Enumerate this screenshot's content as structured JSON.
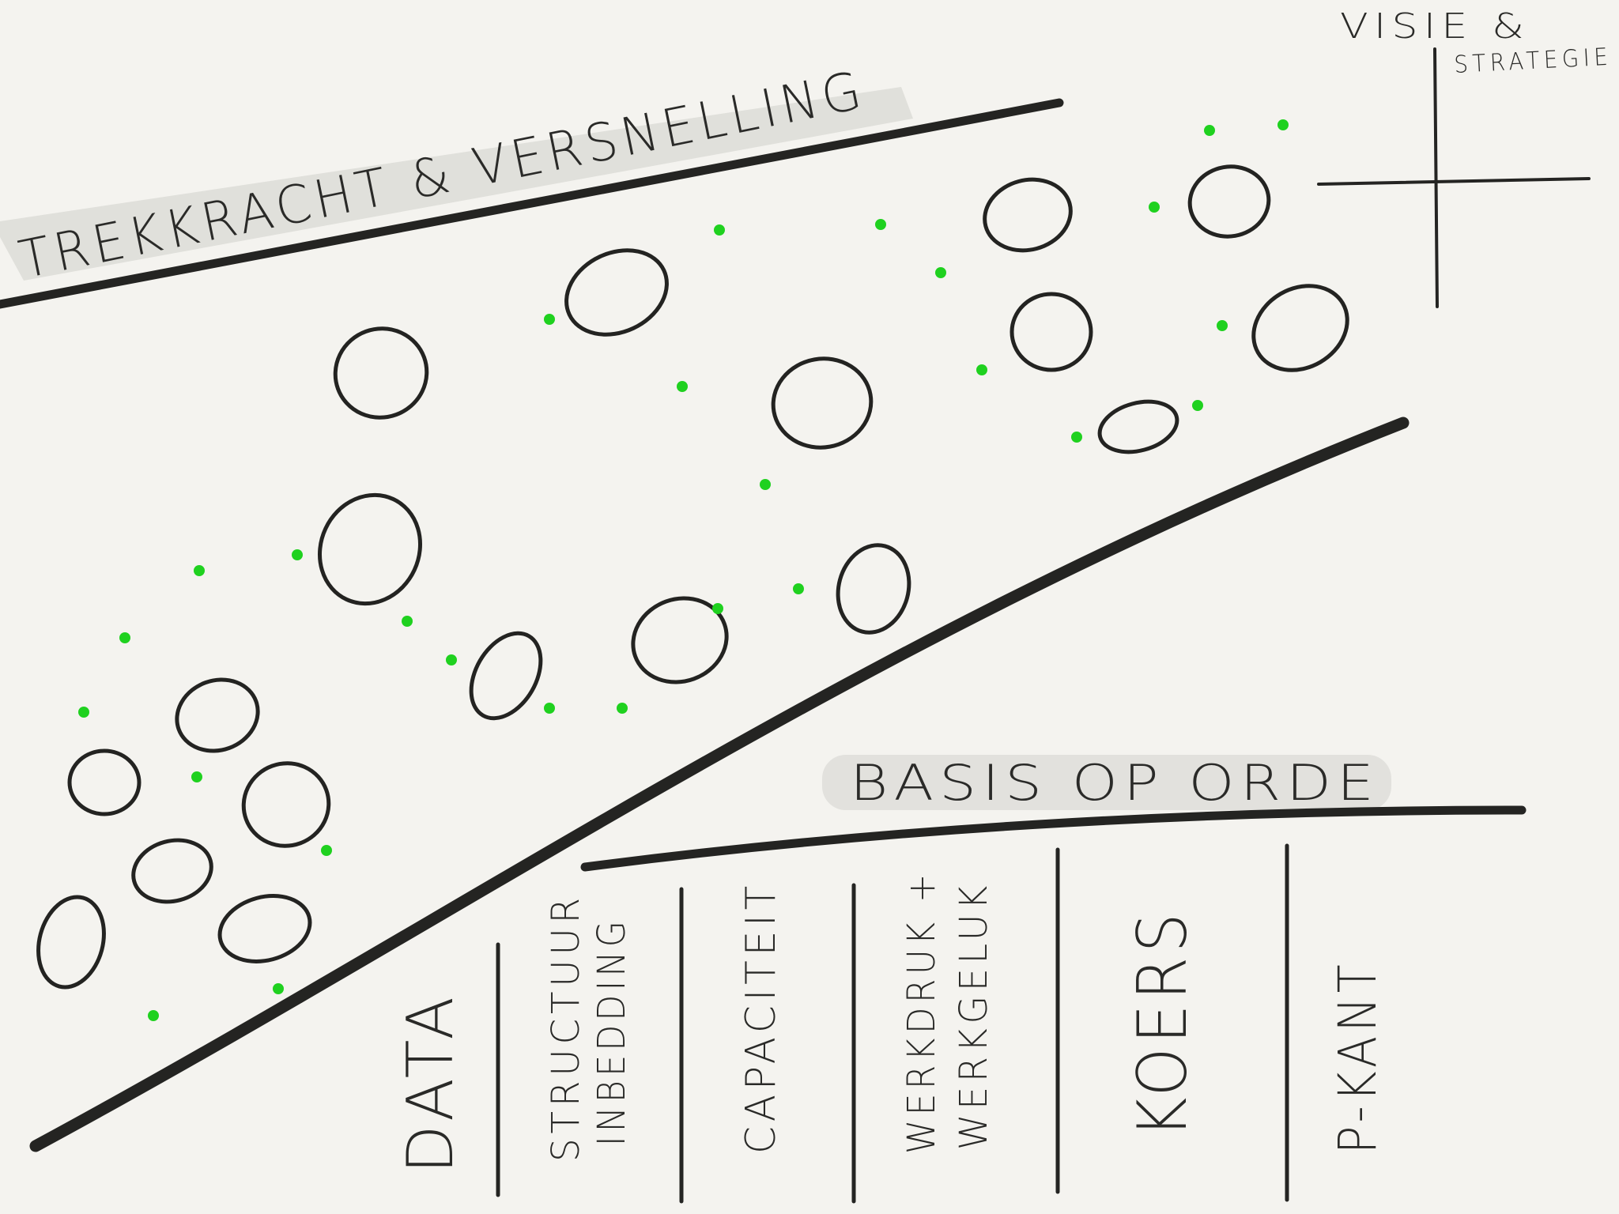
{
  "labels": {
    "top_banner": "TREKKRACHT & VERSNELLING",
    "top_corner_line1": "VISIE &",
    "top_corner_line2": "STRATEGIE",
    "base_banner": "BASIS OP ORDE"
  },
  "columns": [
    {
      "text_lines": [
        "DATA"
      ]
    },
    {
      "text_lines": [
        "STRUCTUUR",
        "INBEDDING"
      ]
    },
    {
      "text_lines": [
        "CAPACITEIT"
      ]
    },
    {
      "text_lines": [
        "WERKDRUK +",
        "WERKGELUK"
      ]
    },
    {
      "text_lines": [
        "KOERS"
      ]
    },
    {
      "text_lines": [
        "P-KANT"
      ]
    }
  ],
  "colors": {
    "background": "#f4f3ef",
    "ink": "#242422",
    "dot": "#1fd11f",
    "highlight": "#cfcfcb"
  }
}
